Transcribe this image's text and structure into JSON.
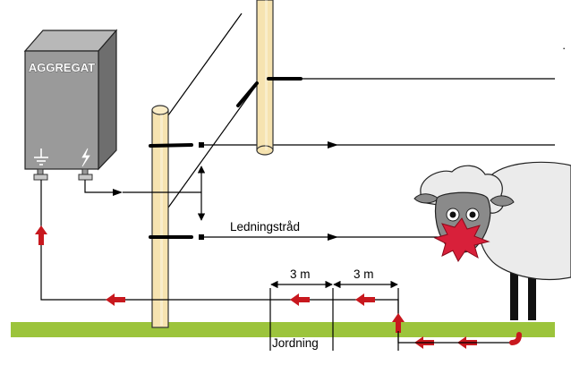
{
  "energizer": {
    "title": "AGGREGAT",
    "earth_icon": "ground-symbol",
    "live_icon": "lightning-bolt"
  },
  "labels": {
    "wire": "Ledningstråd",
    "spacing_1": "3 m",
    "spacing_2": "3 m",
    "grounding": "Jordning",
    "corner_mark": "·"
  },
  "colors": {
    "ground": "#9cc43c",
    "post": "#f6e3b0",
    "post_outline": "#333333",
    "unit_front": "#9a9a9a",
    "unit_side": "#6e6e6e",
    "unit_top": "#b8b8b8",
    "current_arrow": "#c8181e",
    "shock_star": "#d8203a",
    "sheep_wool": "#e9e9e9",
    "sheep_face": "#8a8a8a"
  }
}
